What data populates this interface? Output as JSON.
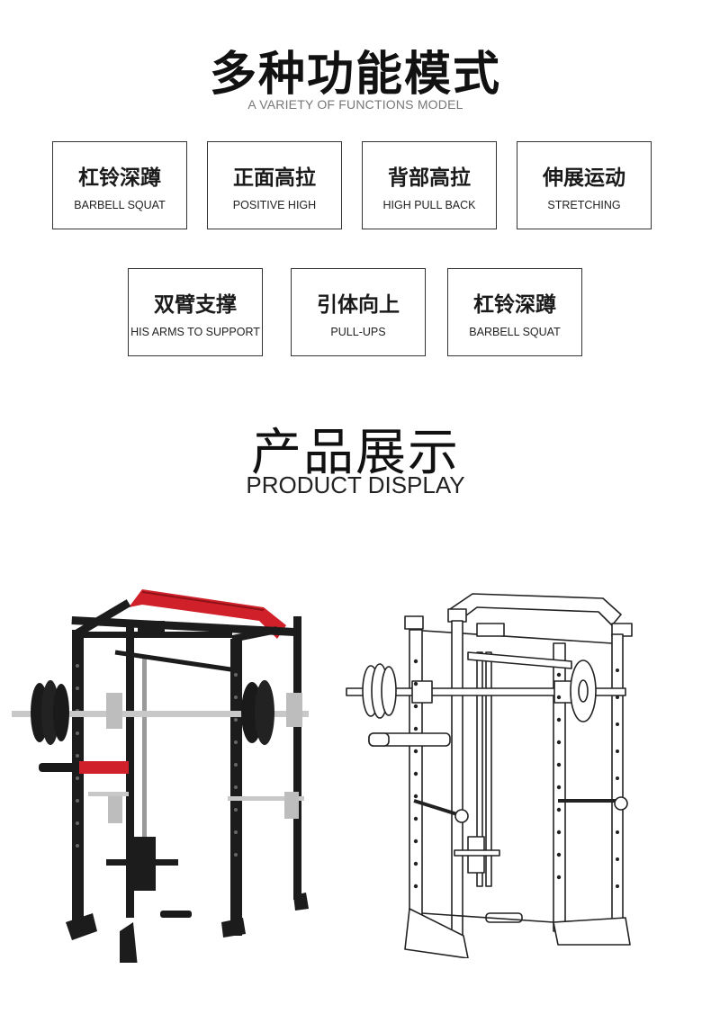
{
  "header": {
    "title_cn": "多种功能模式",
    "title_en": "A VARIETY OF FUNCTIONS MODEL"
  },
  "functions": [
    {
      "cn": "杠铃深蹲",
      "en": "BARBELL SQUAT"
    },
    {
      "cn": "正面高拉",
      "en": "POSITIVE HIGH"
    },
    {
      "cn": "背部高拉",
      "en": "HIGH PULL BACK"
    },
    {
      "cn": "伸展运动",
      "en": "STRETCHING"
    },
    {
      "cn": "双臂支撑",
      "en": "HIS ARMS TO SUPPORT"
    },
    {
      "cn": "引体向上",
      "en": "PULL-UPS"
    },
    {
      "cn": "杠铃深蹲",
      "en": "BARBELL SQUAT"
    }
  ],
  "display": {
    "title_cn": "产品展示",
    "title_en": "PRODUCT DISPLAY"
  },
  "products": [
    {
      "icon": "power-rack-photo",
      "frame_color": "#1c1c1c",
      "accent_color": "#d0202a"
    },
    {
      "icon": "power-rack-line-drawing",
      "frame_color": "#ffffff",
      "accent_color": "#222222"
    }
  ]
}
